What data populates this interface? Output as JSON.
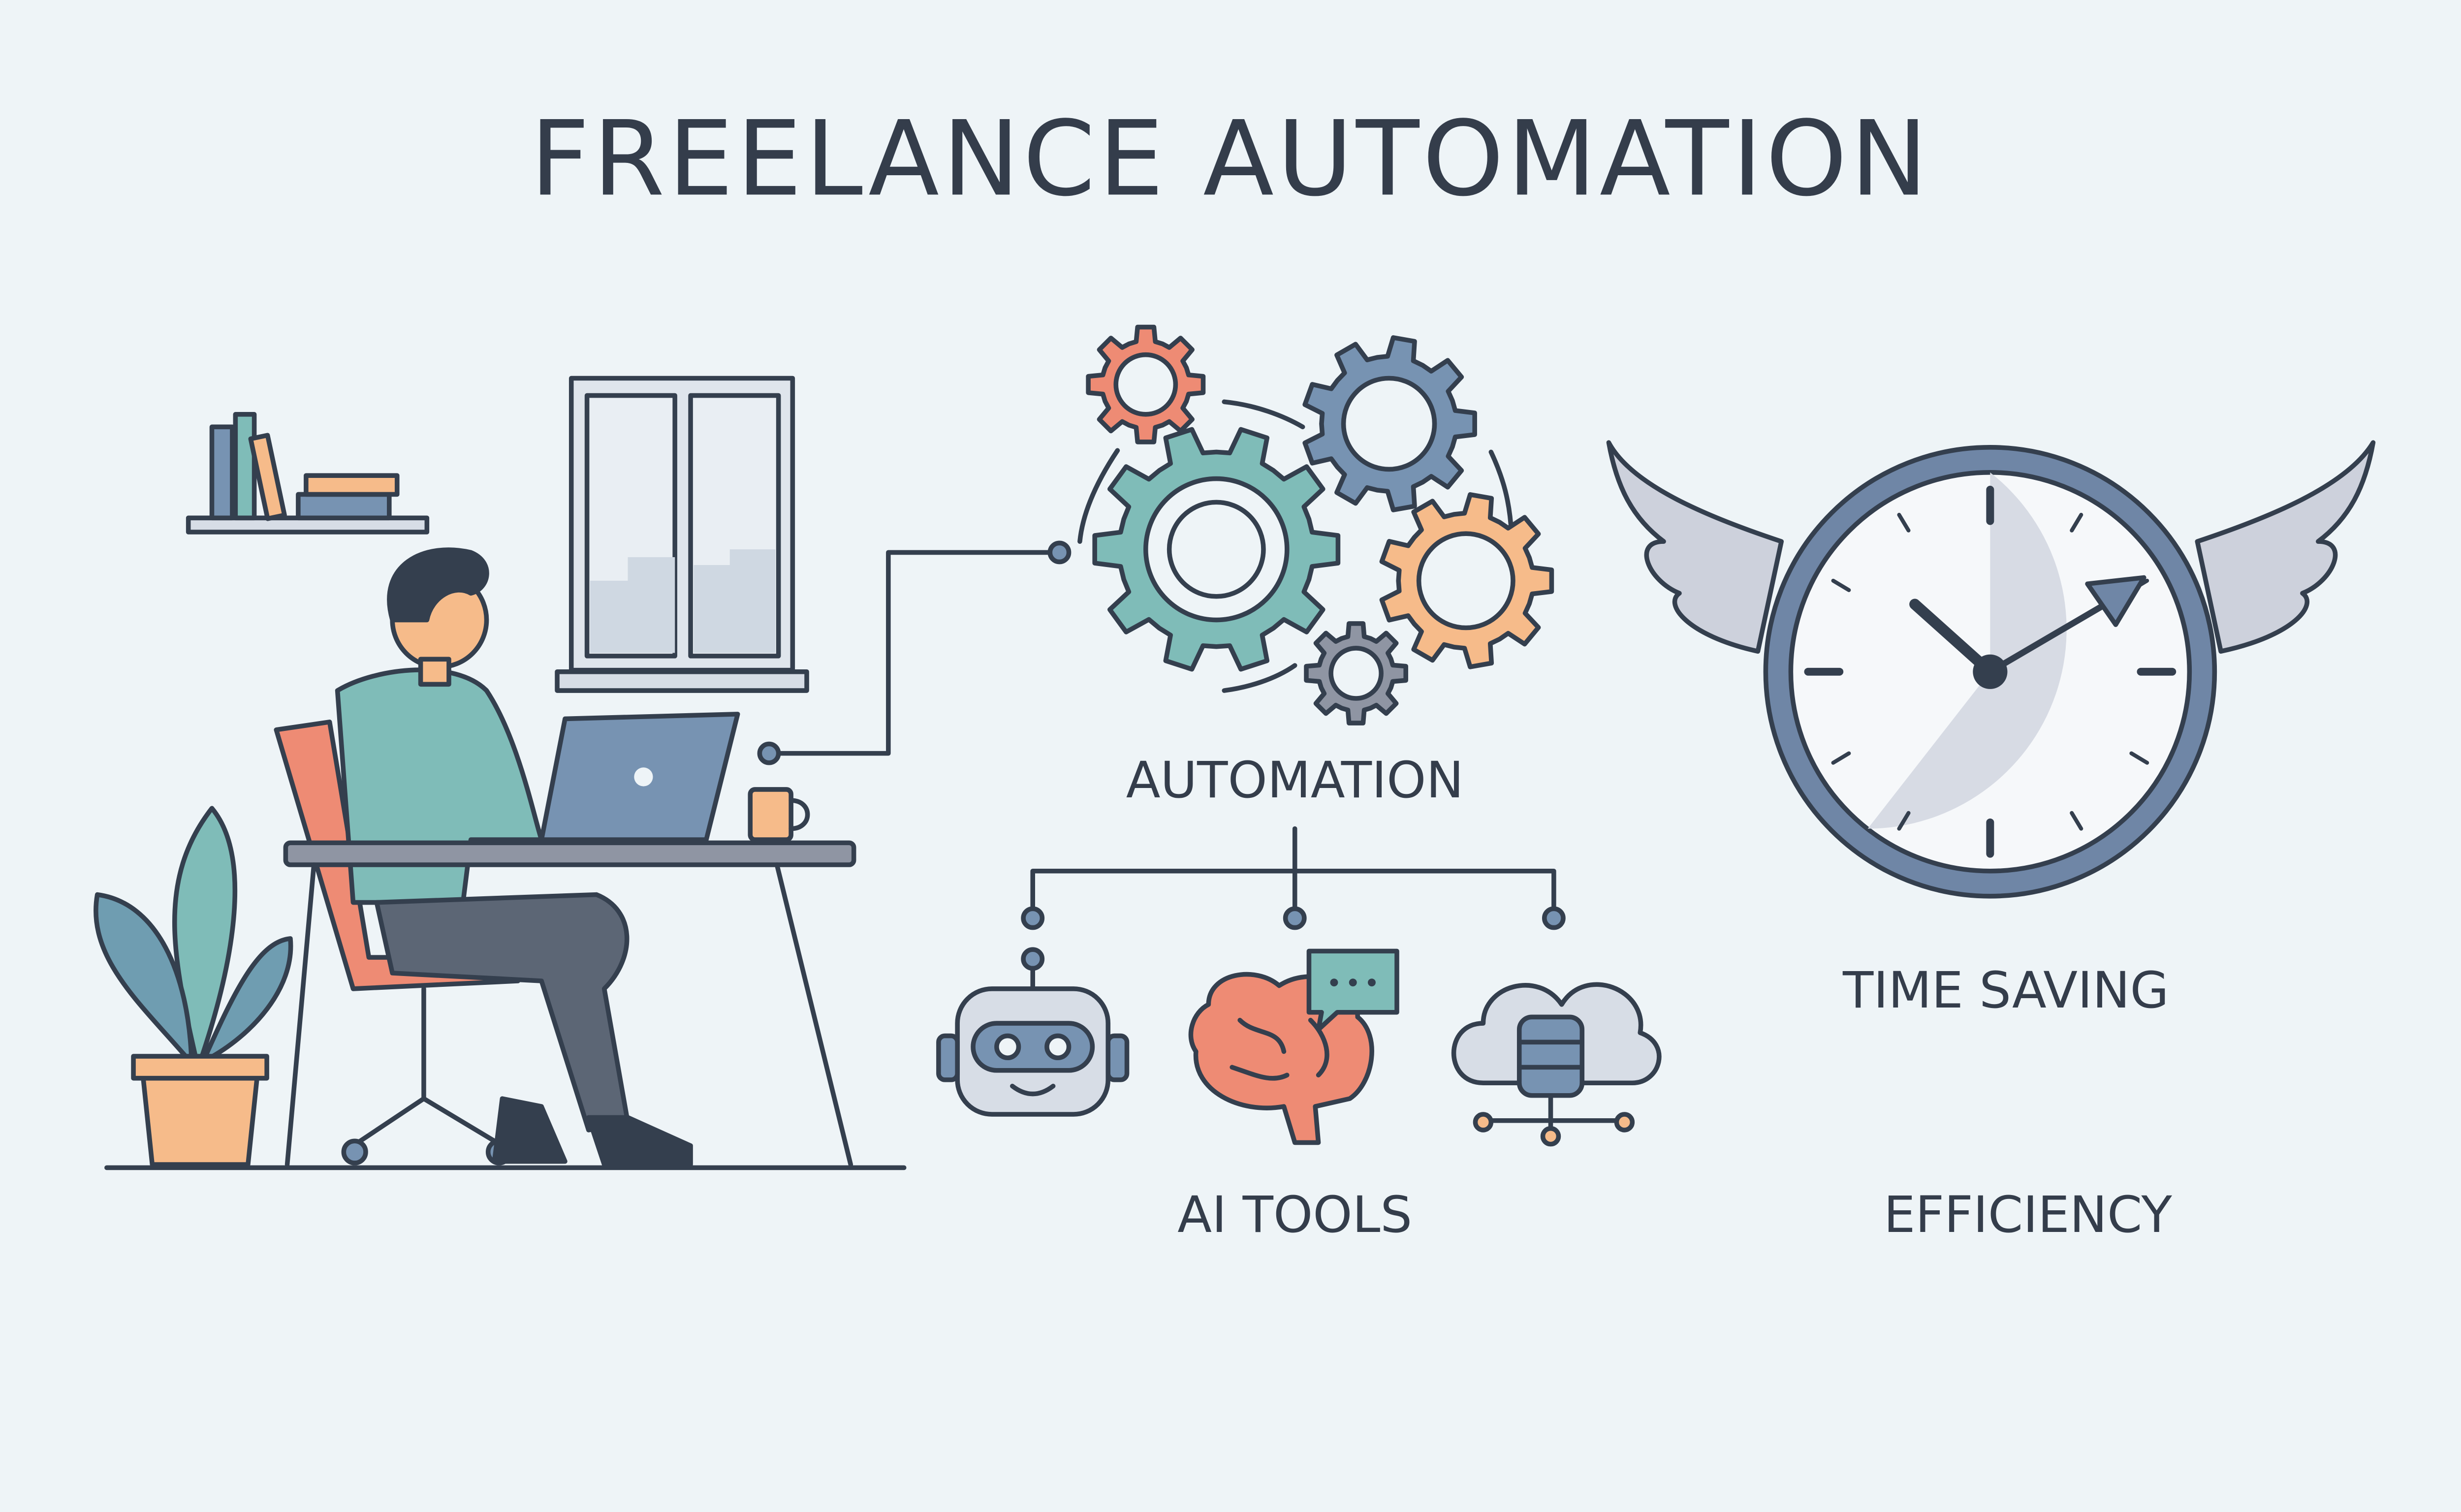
{
  "title": "FREELANCE AUTOMATION",
  "labels": {
    "automation": "AUTOMATION",
    "ai_tools": "AI TOOLS",
    "time_saving": "TIME SAVING",
    "efficiency": "EFFICIENCY"
  },
  "colors": {
    "background": "#eef4f7",
    "outline": "#343f4e",
    "teal": "#7fbcb8",
    "blue": "#7793b2",
    "orange": "#f6bb8a",
    "coral": "#ee8b74",
    "gray": "#8f95a3"
  },
  "icons": [
    "freelancer-at-laptop",
    "bookshelf",
    "window",
    "potted-plant",
    "coffee-mug",
    "gears",
    "robot",
    "brain-with-chat",
    "cloud-database",
    "winged-clock"
  ]
}
